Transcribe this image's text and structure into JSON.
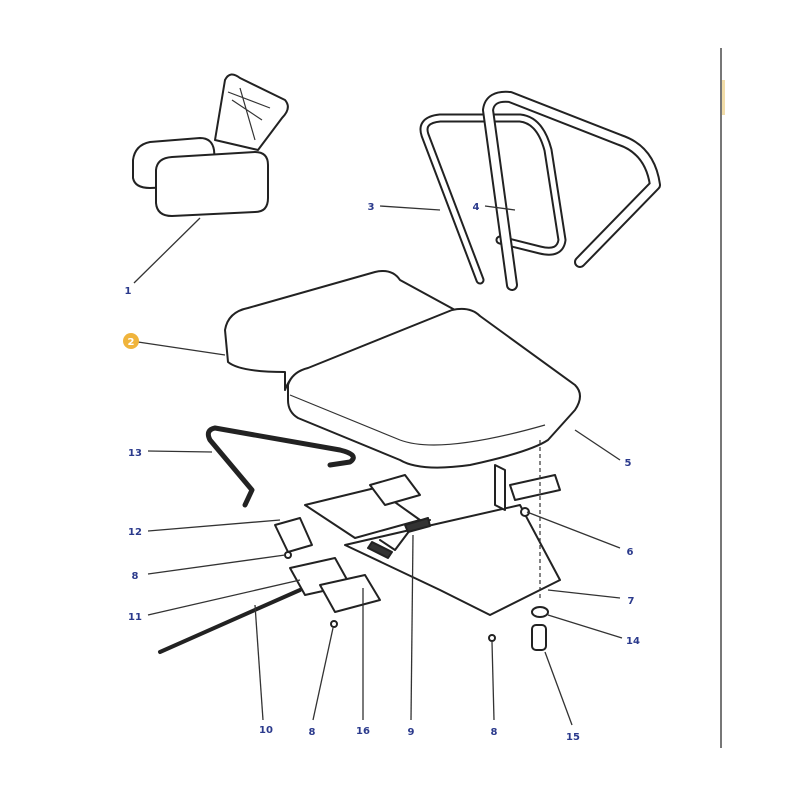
{
  "callouts": [
    {
      "id": "c1",
      "text": "1",
      "highlighted": false
    },
    {
      "id": "c2",
      "text": "2",
      "highlighted": true
    },
    {
      "id": "c3",
      "text": "3",
      "highlighted": false
    },
    {
      "id": "c4",
      "text": "4",
      "highlighted": false
    },
    {
      "id": "c5",
      "text": "5",
      "highlighted": false
    },
    {
      "id": "c13",
      "text": "13",
      "highlighted": false
    },
    {
      "id": "c12",
      "text": "12",
      "highlighted": false
    },
    {
      "id": "c6",
      "text": "6",
      "highlighted": false
    },
    {
      "id": "c8a",
      "text": "8",
      "highlighted": false
    },
    {
      "id": "c7",
      "text": "7",
      "highlighted": false
    },
    {
      "id": "c11",
      "text": "11",
      "highlighted": false
    },
    {
      "id": "c14",
      "text": "14",
      "highlighted": false
    },
    {
      "id": "c10",
      "text": "10",
      "highlighted": false
    },
    {
      "id": "c8b",
      "text": "8",
      "highlighted": false
    },
    {
      "id": "c16",
      "text": "16",
      "highlighted": false
    },
    {
      "id": "c9",
      "text": "9",
      "highlighted": false
    },
    {
      "id": "c8c",
      "text": "8",
      "highlighted": false
    },
    {
      "id": "c15",
      "text": "15",
      "highlighted": false
    }
  ],
  "colors": {
    "label": "#2b3a8c",
    "highlight": "#f0b43c",
    "line": "#222222"
  }
}
